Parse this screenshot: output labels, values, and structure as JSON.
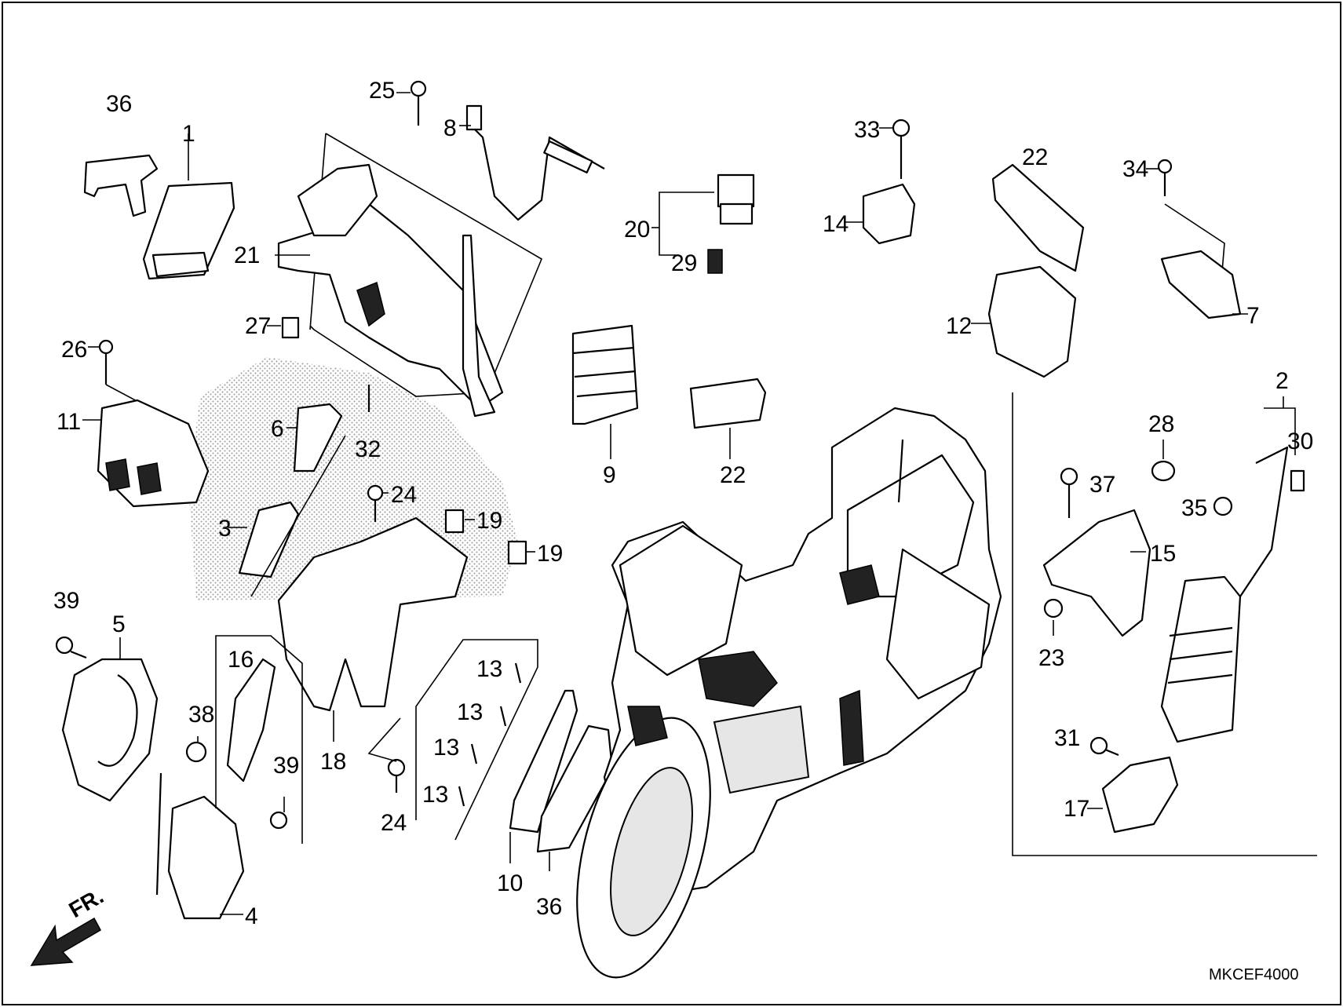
{
  "diagram_code": "MKCEF4000",
  "direction_label": "FR.",
  "callouts": {
    "c1": "1",
    "c2": "2",
    "c3": "3",
    "c4": "4",
    "c5": "5",
    "c6": "6",
    "c7": "7",
    "c8": "8",
    "c9": "9",
    "c10": "10",
    "c11": "11",
    "c12": "12",
    "c13a": "13",
    "c13b": "13",
    "c13c": "13",
    "c13d": "13",
    "c14": "14",
    "c15": "15",
    "c16": "16",
    "c17": "17",
    "c18": "18",
    "c19a": "19",
    "c19b": "19",
    "c20": "20",
    "c21": "21",
    "c22a": "22",
    "c22b": "22",
    "c23": "23",
    "c24a": "24",
    "c24b": "24",
    "c25": "25",
    "c26": "26",
    "c27": "27",
    "c28": "28",
    "c29": "29",
    "c30": "30",
    "c31": "31",
    "c32": "32",
    "c33": "33",
    "c34": "34",
    "c35": "35",
    "c36a": "36",
    "c36b": "36",
    "c37": "37",
    "c38": "38",
    "c39a": "39",
    "c39b": "39"
  }
}
